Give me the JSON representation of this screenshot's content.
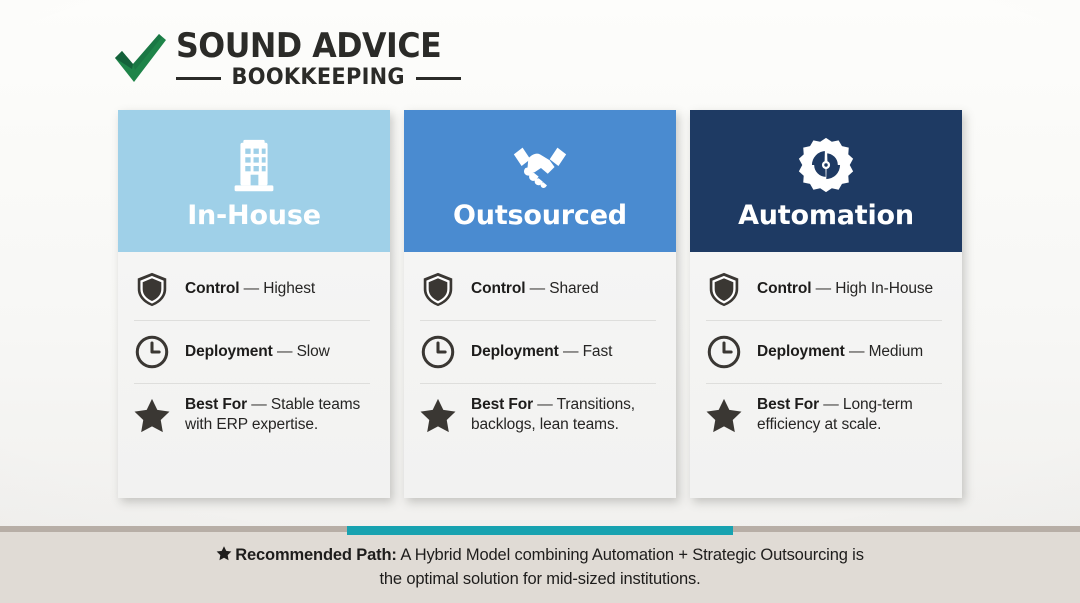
{
  "brand": {
    "logo_line1": "SOUND ADVICE",
    "logo_line2": "BOOKKEEPING",
    "check_icon": "green-check-icon",
    "check_color": "#1e8449",
    "text_color": "#2b2b28"
  },
  "colors": {
    "card1_header": "#9fd0e8",
    "card2_header": "#4a8bd0",
    "card3_header": "#1e3a63",
    "card_body": "#f4f4f3",
    "accent_teal": "#17a2b0",
    "banner_bg": "#e0dbd5",
    "banner_border": "#b7aea6",
    "icon_dark": "#3a3733",
    "page_bg": "#f7f7f5"
  },
  "cards": [
    {
      "id": "in-house",
      "title": "In-House",
      "icon": "office-building-icon",
      "header_color": "#9fd0e8",
      "features": [
        {
          "icon": "shield-icon",
          "label": "Control",
          "dash": "—",
          "value": "Highest"
        },
        {
          "icon": "clock-icon",
          "label": "Deployment",
          "dash": "—",
          "value": "Slow"
        },
        {
          "icon": "star-icon",
          "label": "Best For",
          "dash": "—",
          "value": "Stable teams with ERP expertise."
        }
      ]
    },
    {
      "id": "outsourced",
      "title": "Outsourced",
      "icon": "handshake-icon",
      "header_color": "#4a8bd0",
      "features": [
        {
          "icon": "shield-icon",
          "label": "Control",
          "dash": "—",
          "value": "Shared"
        },
        {
          "icon": "clock-icon",
          "label": "Deployment",
          "dash": "—",
          "value": "Fast"
        },
        {
          "icon": "star-icon",
          "label": "Best For",
          "dash": "—",
          "value": "Transitions, backlogs, lean teams."
        }
      ]
    },
    {
      "id": "automation",
      "title": "Automation",
      "icon": "gear-gauge-icon",
      "header_color": "#1e3a63",
      "features": [
        {
          "icon": "shield-icon",
          "label": "Control",
          "dash": "—",
          "value": "High In-House"
        },
        {
          "icon": "clock-icon",
          "label": "Deployment",
          "dash": "—",
          "value": "Medium"
        },
        {
          "icon": "star-icon",
          "label": "Best For",
          "dash": "—",
          "value": "Long-term efficiency at scale."
        }
      ]
    }
  ],
  "banner": {
    "star_icon": "star-icon",
    "label": "Recommended Path:",
    "line1": "A Hybrid Model combining Automation + Strategic Outsourcing is",
    "line2": "the optimal solution for mid-sized institutions."
  }
}
